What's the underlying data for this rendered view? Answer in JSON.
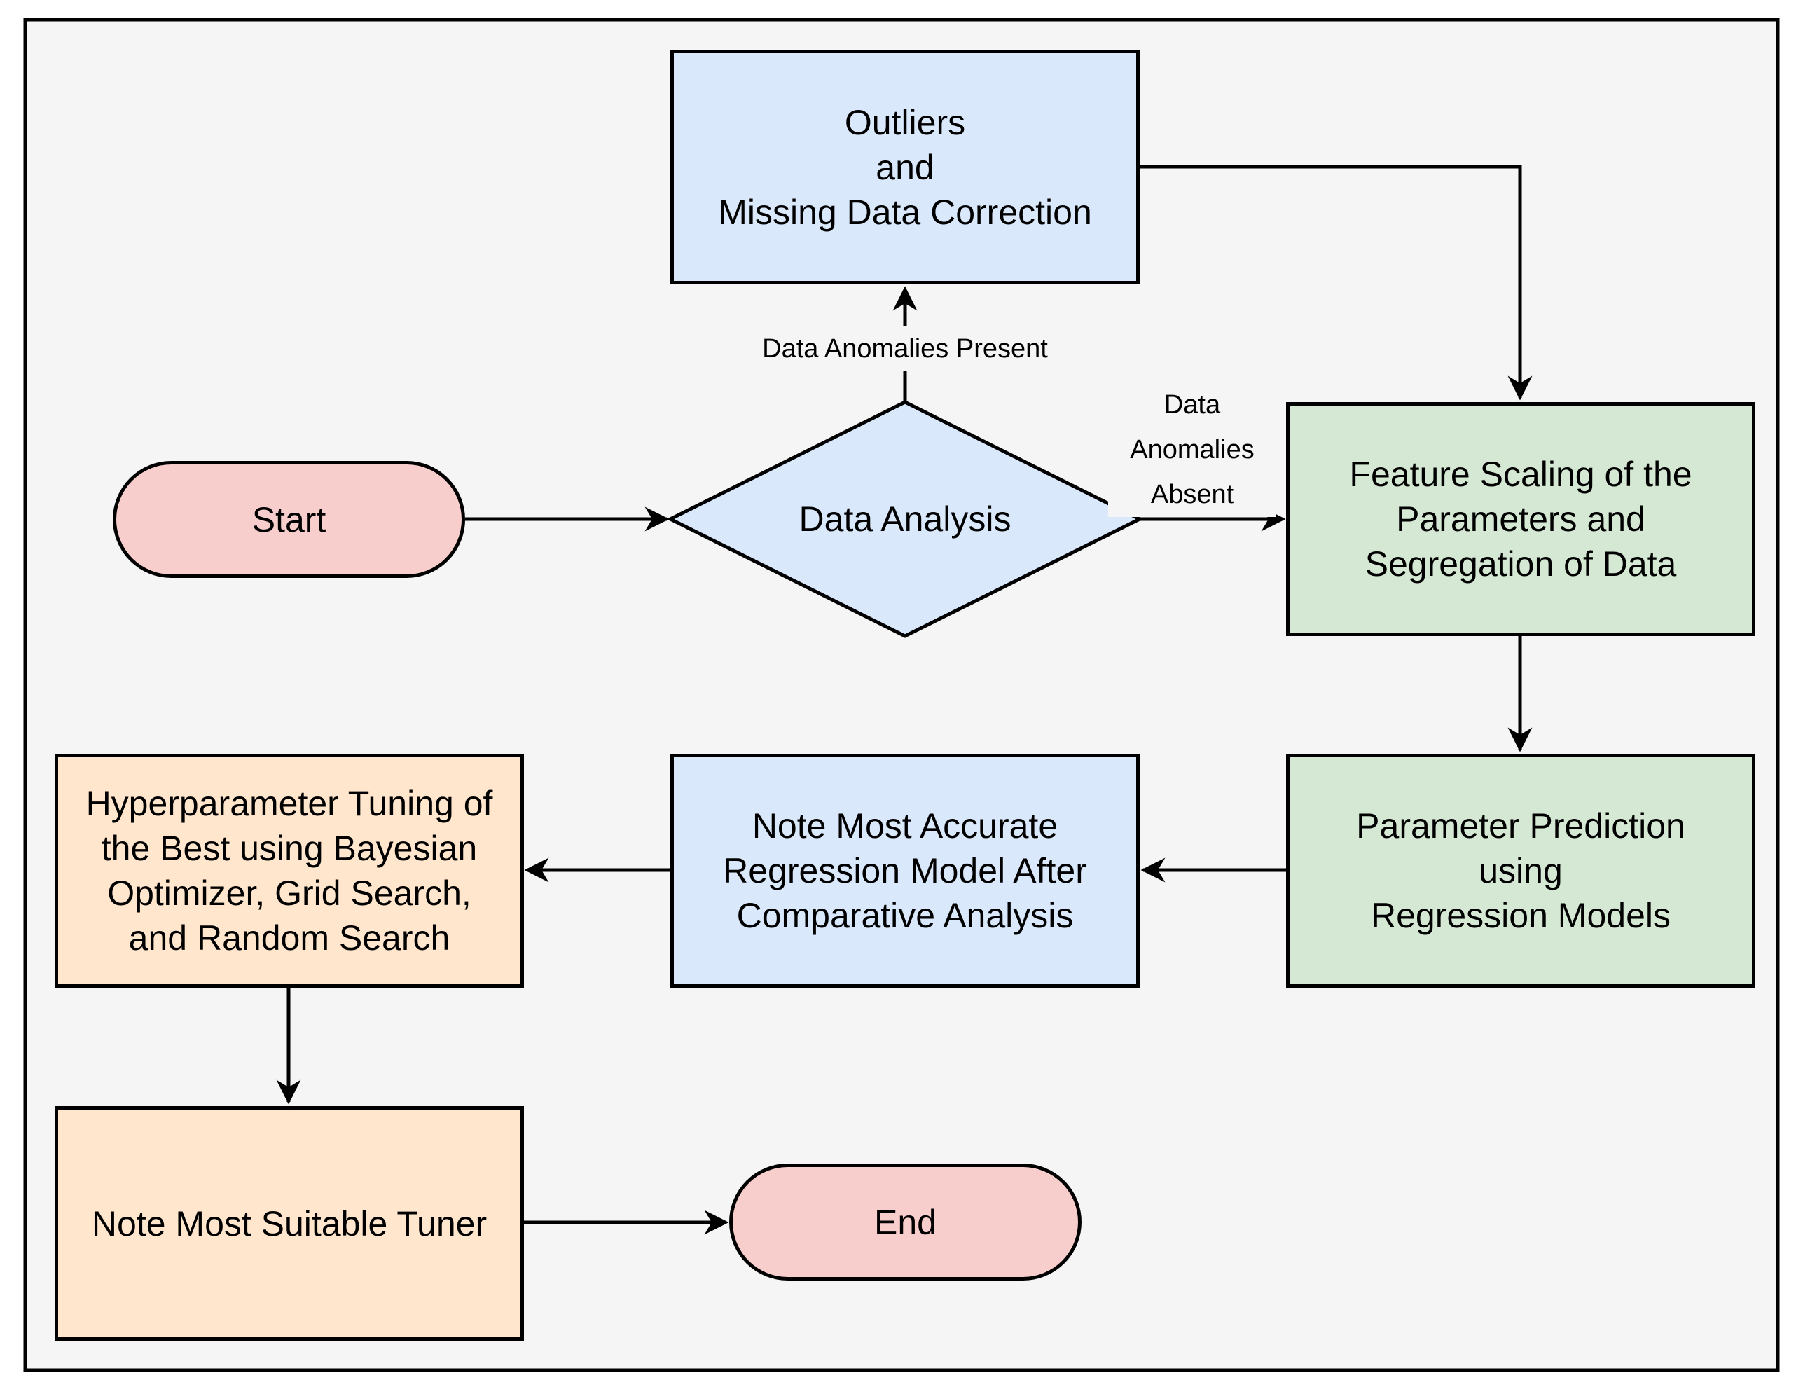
{
  "nodes": {
    "outliers": "Outliers\nand\nMissing Data Correction",
    "start": "Start",
    "data_analysis": "Data Analysis",
    "feature_scaling": "Feature Scaling of the\nParameters and\nSegregation of Data",
    "parameter_prediction": "Parameter Prediction\nusing\nRegression Models",
    "note_accurate": "Note Most Accurate\nRegression Model After\nComparative Analysis",
    "hyperparameter": "Hyperparameter Tuning of\nthe Best using Bayesian\nOptimizer, Grid Search,\nand Random Search",
    "note_tuner": "Note Most Suitable Tuner",
    "end": "End"
  },
  "edge_labels": {
    "anomalies_present": "Data Anomalies Present",
    "anomalies_absent": "Data\nAnomalies\nAbsent"
  },
  "colors": {
    "background": "#f5f5f5",
    "blue": "#dae8fc",
    "green": "#d5e8d4",
    "orange": "#ffe6cc",
    "pink": "#f8cecc"
  }
}
